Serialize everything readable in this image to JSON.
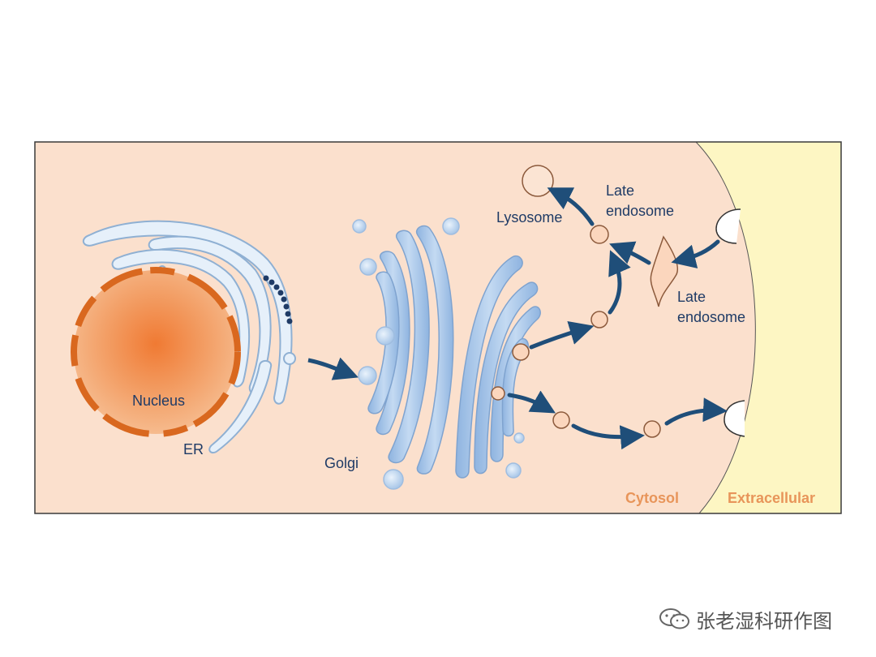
{
  "labels": {
    "nucleus": "Nucleus",
    "er": "ER",
    "golgi": "Golgi",
    "lysosome": "Lysosome",
    "late_endosome_top": [
      "Late",
      "endosome"
    ],
    "late_endosome_bottom": [
      "Late",
      "endosome"
    ],
    "cytosol": "Cytosol",
    "extracellular": "Extracellular"
  },
  "watermark": {
    "icon": "wechat-icon",
    "text": "张老湿科研作图"
  },
  "colors": {
    "cytosol": "#fbe0cd",
    "extracellular": "#fdf6c3",
    "nucleus": "#ef8a3f",
    "nucleus_envelope": "#d9681f",
    "er": "#e6f0fa",
    "er_stroke": "#8fb0d3",
    "golgi": "#a8c8ea",
    "vesicle_blue": "#c9ddf3",
    "vesicle_peach": "#fbd6bd",
    "vesicle_stroke": "#8c5a3c",
    "arrow": "#1f4e79",
    "label_dark": "#1f3b66",
    "label_orange": "#e8955a"
  }
}
